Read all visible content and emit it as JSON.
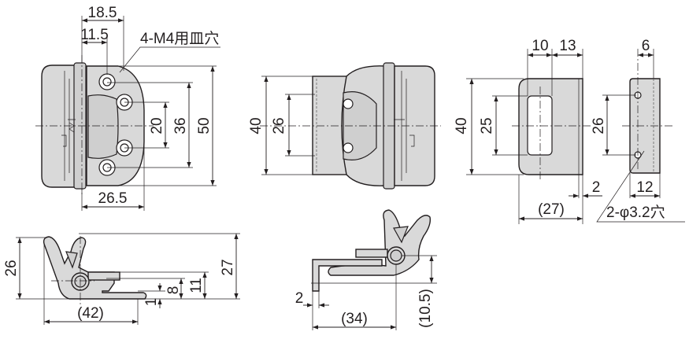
{
  "title": "Hinge dimensional drawing",
  "front_view": {
    "dim_18_5": "18.5",
    "dim_11_5": "11.5",
    "hole_note": "4-M4用皿穴",
    "dim_20": "20",
    "dim_36": "36",
    "dim_50": "50",
    "dim_26_5": "26.5"
  },
  "open_view": {
    "dim_40": "40",
    "dim_26": "26"
  },
  "plate_view": {
    "dim_10": "10",
    "dim_13": "13",
    "dim_40": "40",
    "dim_25": "25",
    "dim_2": "2",
    "dim_27": "(27)"
  },
  "plate_side_view": {
    "dim_6": "6",
    "dim_26": "26",
    "dim_12": "12",
    "hole_note": "2-φ3.2穴"
  },
  "side_view_closed": {
    "dim_26": "26",
    "dim_27": "27",
    "dim_11": "11",
    "dim_8": "8",
    "dim_1": "1",
    "dim_42": "(42)"
  },
  "side_view_open": {
    "dim_2": "2",
    "dim_34": "(34)",
    "dim_10_5": "(10.5)"
  }
}
